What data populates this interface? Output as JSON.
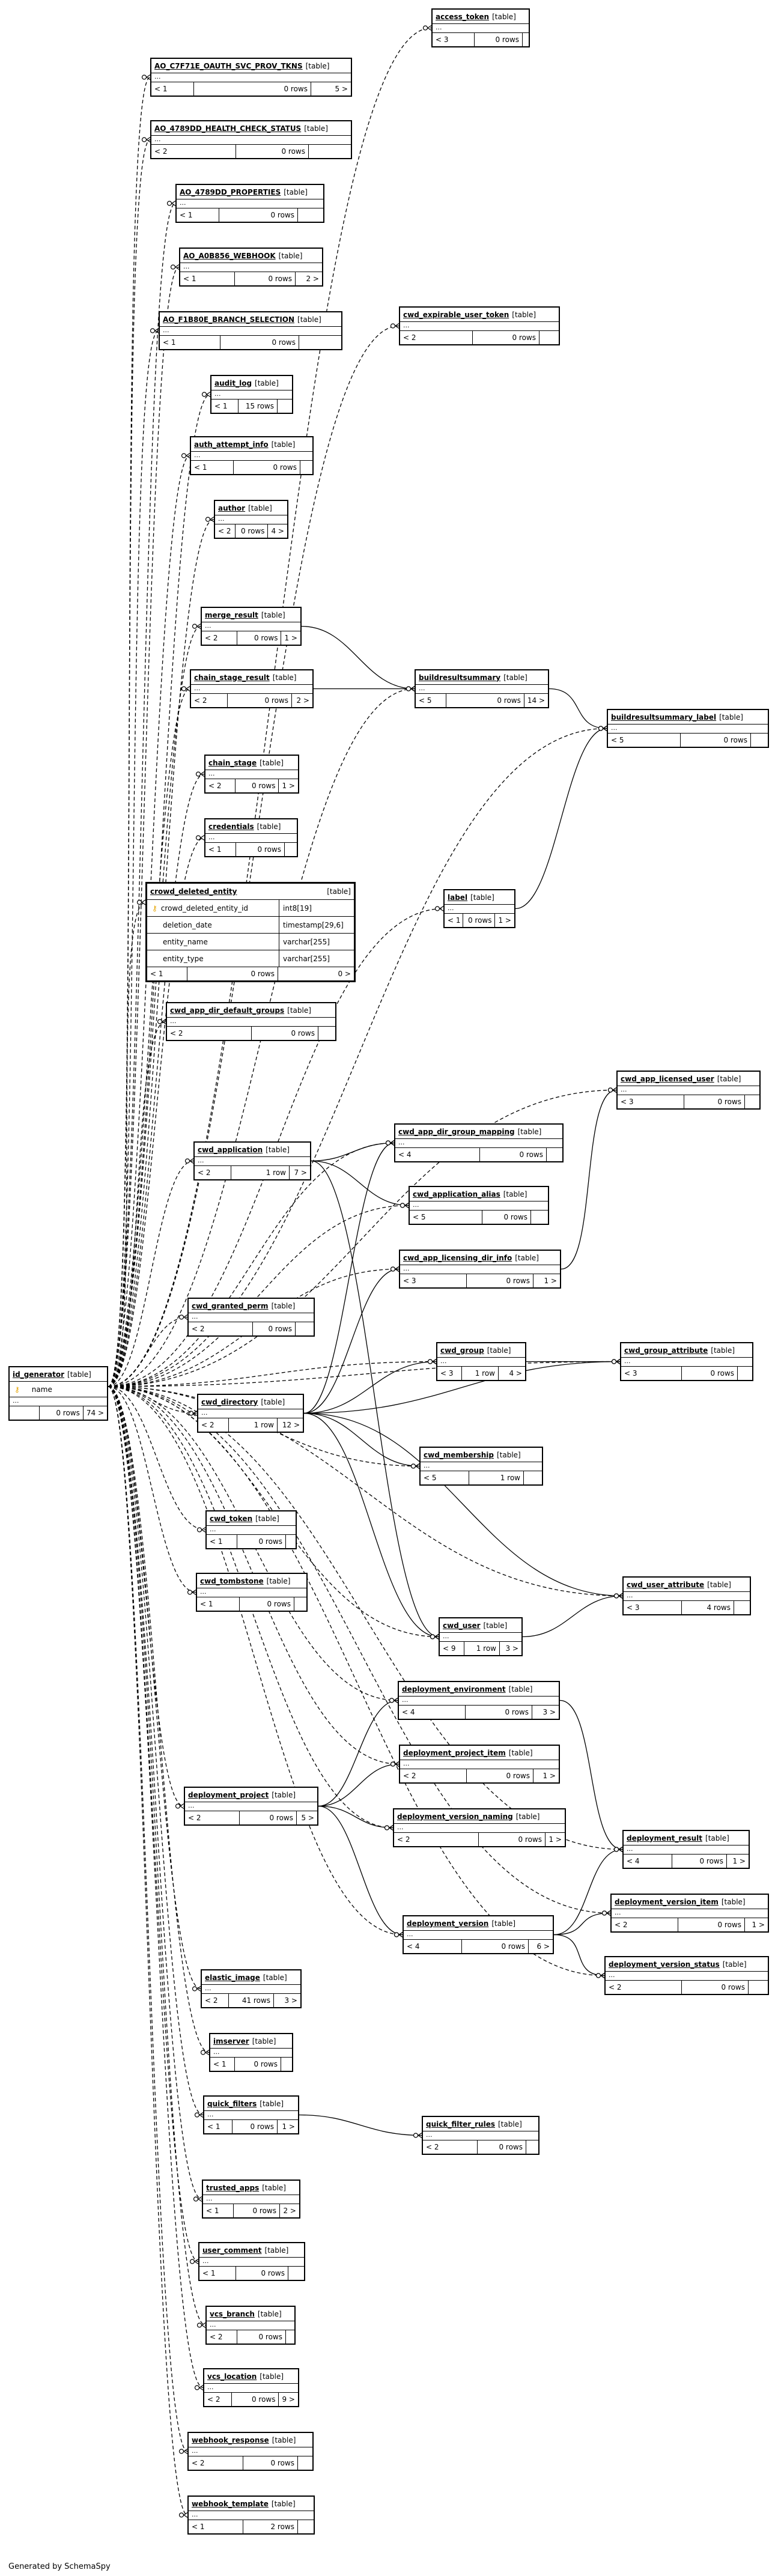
{
  "diagram": {
    "generator_credit": "Generated by SchemaSpy",
    "table_label": "[table]"
  },
  "tables": {
    "access_token": {
      "name": "access_token",
      "ell": "...",
      "f": [
        "< 3",
        "0 rows",
        ""
      ]
    },
    "ao_oauth": {
      "name": "AO_C7F71E_OAUTH_SVC_PROV_TKNS",
      "ell": "...",
      "f": [
        "< 1",
        "0 rows",
        "5 >"
      ]
    },
    "ao_health": {
      "name": "AO_4789DD_HEALTH_CHECK_STATUS",
      "ell": "...",
      "f": [
        "< 2",
        "0 rows",
        ""
      ]
    },
    "ao_props": {
      "name": "AO_4789DD_PROPERTIES",
      "ell": "...",
      "f": [
        "< 1",
        "0 rows",
        ""
      ]
    },
    "ao_webhook": {
      "name": "AO_A0B856_WEBHOOK",
      "ell": "...",
      "f": [
        "< 1",
        "0 rows",
        "2 >"
      ]
    },
    "ao_branch": {
      "name": "AO_F1B80E_BRANCH_SELECTION",
      "ell": "...",
      "f": [
        "< 1",
        "0 rows",
        ""
      ]
    },
    "cwd_exp_token": {
      "name": "cwd_expirable_user_token",
      "ell": "...",
      "f": [
        "< 2",
        "0 rows",
        ""
      ]
    },
    "audit_log": {
      "name": "audit_log",
      "ell": "...",
      "f": [
        "< 1",
        "15 rows",
        ""
      ]
    },
    "auth_attempt": {
      "name": "auth_attempt_info",
      "ell": "...",
      "f": [
        "< 1",
        "0 rows",
        ""
      ]
    },
    "author": {
      "name": "author",
      "ell": "...",
      "f": [
        "< 2",
        "0 rows",
        "4 >"
      ]
    },
    "merge_result": {
      "name": "merge_result",
      "ell": "...",
      "f": [
        "< 2",
        "0 rows",
        "1 >"
      ]
    },
    "buildresultsummary": {
      "name": "buildresultsummary",
      "ell": "...",
      "f": [
        "< 5",
        "0 rows",
        "14 >"
      ]
    },
    "chain_stage_result": {
      "name": "chain_stage_result",
      "ell": "...",
      "f": [
        "< 2",
        "0 rows",
        "2 >"
      ]
    },
    "brs_label": {
      "name": "buildresultsummary_label",
      "ell": "...",
      "f": [
        "< 5",
        "0 rows",
        ""
      ]
    },
    "chain_stage": {
      "name": "chain_stage",
      "ell": "...",
      "f": [
        "< 2",
        "0 rows",
        "1 >"
      ]
    },
    "credentials": {
      "name": "credentials",
      "ell": "...",
      "f": [
        "< 1",
        "0 rows",
        ""
      ]
    },
    "crowd_deleted_entity": {
      "name": "crowd_deleted_entity",
      "columns": [
        {
          "name": "crowd_deleted_entity_id",
          "type": "int8[19]",
          "pk": true
        },
        {
          "name": "deletion_date",
          "type": "timestamp[29,6]",
          "pk": false
        },
        {
          "name": "entity_name",
          "type": "varchar[255]",
          "pk": false
        },
        {
          "name": "entity_type",
          "type": "varchar[255]",
          "pk": false
        }
      ],
      "f": [
        "< 1",
        "0 rows",
        "0 >"
      ]
    },
    "label": {
      "name": "label",
      "ell": "...",
      "f": [
        "< 1",
        "0 rows",
        "1 >"
      ]
    },
    "cwd_app_dir_default_groups": {
      "name": "cwd_app_dir_default_groups",
      "ell": "...",
      "f": [
        "< 2",
        "0 rows",
        ""
      ]
    },
    "cwd_app_licensed_user": {
      "name": "cwd_app_licensed_user",
      "ell": "...",
      "f": [
        "< 3",
        "0 rows",
        ""
      ]
    },
    "cwd_application": {
      "name": "cwd_application",
      "ell": "...",
      "f": [
        "< 2",
        "1 row",
        "7 >"
      ]
    },
    "cwd_app_dir_group_mapping": {
      "name": "cwd_app_dir_group_mapping",
      "ell": "...",
      "f": [
        "< 4",
        "0 rows",
        ""
      ]
    },
    "cwd_application_alias": {
      "name": "cwd_application_alias",
      "ell": "...",
      "f": [
        "< 5",
        "0 rows",
        ""
      ]
    },
    "cwd_app_licensing_dir_info": {
      "name": "cwd_app_licensing_dir_info",
      "ell": "...",
      "f": [
        "< 3",
        "0 rows",
        "1 >"
      ]
    },
    "cwd_granted_perm": {
      "name": "cwd_granted_perm",
      "ell": "...",
      "f": [
        "< 2",
        "0 rows",
        ""
      ]
    },
    "cwd_group": {
      "name": "cwd_group",
      "ell": "...",
      "f": [
        "< 3",
        "1 row",
        "4 >"
      ]
    },
    "cwd_group_attribute": {
      "name": "cwd_group_attribute",
      "ell": "...",
      "f": [
        "< 3",
        "0 rows",
        ""
      ]
    },
    "id_generator": {
      "name": "id_generator",
      "columns": [
        {
          "name": "name",
          "type": "",
          "pk": true
        }
      ],
      "ell": "...",
      "f": [
        "",
        "0 rows",
        "74 >"
      ]
    },
    "cwd_directory": {
      "name": "cwd_directory",
      "ell": "...",
      "f": [
        "< 2",
        "1 row",
        "12 >"
      ]
    },
    "cwd_membership": {
      "name": "cwd_membership",
      "ell": "...",
      "f": [
        "< 5",
        "1 row",
        ""
      ]
    },
    "cwd_token": {
      "name": "cwd_token",
      "ell": "...",
      "f": [
        "< 1",
        "0 rows",
        ""
      ]
    },
    "cwd_tombstone": {
      "name": "cwd_tombstone",
      "ell": "...",
      "f": [
        "< 1",
        "0 rows",
        ""
      ]
    },
    "cwd_user_attribute": {
      "name": "cwd_user_attribute",
      "ell": "...",
      "f": [
        "< 3",
        "4 rows",
        ""
      ]
    },
    "cwd_user": {
      "name": "cwd_user",
      "ell": "...",
      "f": [
        "< 9",
        "1 row",
        "3 >"
      ]
    },
    "deployment_environment": {
      "name": "deployment_environment",
      "ell": "...",
      "f": [
        "< 4",
        "0 rows",
        "3 >"
      ]
    },
    "deployment_project_item": {
      "name": "deployment_project_item",
      "ell": "...",
      "f": [
        "< 2",
        "0 rows",
        "1 >"
      ]
    },
    "deployment_project": {
      "name": "deployment_project",
      "ell": "...",
      "f": [
        "< 2",
        "0 rows",
        "5 >"
      ]
    },
    "deployment_version_naming": {
      "name": "deployment_version_naming",
      "ell": "...",
      "f": [
        "< 2",
        "0 rows",
        "1 >"
      ]
    },
    "deployment_result": {
      "name": "deployment_result",
      "ell": "...",
      "f": [
        "< 4",
        "0 rows",
        "1 >"
      ]
    },
    "deployment_version": {
      "name": "deployment_version",
      "ell": "...",
      "f": [
        "< 4",
        "0 rows",
        "6 >"
      ]
    },
    "deployment_version_item": {
      "name": "deployment_version_item",
      "ell": "...",
      "f": [
        "< 2",
        "0 rows",
        "1 >"
      ]
    },
    "deployment_version_status": {
      "name": "deployment_version_status",
      "ell": "...",
      "f": [
        "< 2",
        "0 rows",
        ""
      ]
    },
    "elastic_image": {
      "name": "elastic_image",
      "ell": "...",
      "f": [
        "< 2",
        "41 rows",
        "3 >"
      ]
    },
    "imserver": {
      "name": "imserver",
      "ell": "...",
      "f": [
        "< 1",
        "0 rows",
        ""
      ]
    },
    "quick_filters": {
      "name": "quick_filters",
      "ell": "...",
      "f": [
        "< 1",
        "0 rows",
        "1 >"
      ]
    },
    "quick_filter_rules": {
      "name": "quick_filter_rules",
      "ell": "...",
      "f": [
        "< 2",
        "0 rows",
        ""
      ]
    },
    "trusted_apps": {
      "name": "trusted_apps",
      "ell": "...",
      "f": [
        "< 1",
        "0 rows",
        "2 >"
      ]
    },
    "user_comment": {
      "name": "user_comment",
      "ell": "...",
      "f": [
        "< 1",
        "0 rows",
        ""
      ]
    },
    "vcs_branch": {
      "name": "vcs_branch",
      "ell": "...",
      "f": [
        "< 2",
        "0 rows",
        ""
      ]
    },
    "vcs_location": {
      "name": "vcs_location",
      "ell": "...",
      "f": [
        "< 2",
        "0 rows",
        "9 >"
      ]
    },
    "webhook_response": {
      "name": "webhook_response",
      "ell": "...",
      "f": [
        "< 2",
        "0 rows",
        ""
      ]
    },
    "webhook_template": {
      "name": "webhook_template",
      "ell": "...",
      "f": [
        "< 1",
        "2 rows",
        ""
      ]
    }
  },
  "relationships": [
    {
      "from": "id_generator",
      "to": "access_token",
      "style": "implied"
    },
    {
      "from": "id_generator",
      "to": "ao_oauth",
      "style": "implied"
    },
    {
      "from": "id_generator",
      "to": "ao_health",
      "style": "implied"
    },
    {
      "from": "id_generator",
      "to": "ao_props",
      "style": "implied"
    },
    {
      "from": "id_generator",
      "to": "ao_webhook",
      "style": "implied"
    },
    {
      "from": "id_generator",
      "to": "ao_branch",
      "style": "implied"
    },
    {
      "from": "id_generator",
      "to": "cwd_exp_token",
      "style": "implied"
    },
    {
      "from": "id_generator",
      "to": "audit_log",
      "style": "implied"
    },
    {
      "from": "id_generator",
      "to": "auth_attempt",
      "style": "implied"
    },
    {
      "from": "id_generator",
      "to": "author",
      "style": "implied"
    },
    {
      "from": "id_generator",
      "to": "merge_result",
      "style": "implied"
    },
    {
      "from": "id_generator",
      "to": "buildresultsummary",
      "style": "implied"
    },
    {
      "from": "id_generator",
      "to": "chain_stage_result",
      "style": "implied"
    },
    {
      "from": "id_generator",
      "to": "brs_label",
      "style": "implied"
    },
    {
      "from": "id_generator",
      "to": "chain_stage",
      "style": "implied"
    },
    {
      "from": "id_generator",
      "to": "credentials",
      "style": "implied"
    },
    {
      "from": "id_generator",
      "to": "crowd_deleted_entity",
      "style": "implied"
    },
    {
      "from": "id_generator",
      "to": "label",
      "style": "implied"
    },
    {
      "from": "id_generator",
      "to": "cwd_app_dir_default_groups",
      "style": "implied"
    },
    {
      "from": "id_generator",
      "to": "cwd_app_licensed_user",
      "style": "implied"
    },
    {
      "from": "id_generator",
      "to": "cwd_application",
      "style": "implied"
    },
    {
      "from": "id_generator",
      "to": "cwd_app_dir_group_mapping",
      "style": "implied"
    },
    {
      "from": "id_generator",
      "to": "cwd_application_alias",
      "style": "implied"
    },
    {
      "from": "id_generator",
      "to": "cwd_app_licensing_dir_info",
      "style": "implied"
    },
    {
      "from": "id_generator",
      "to": "cwd_granted_perm",
      "style": "implied"
    },
    {
      "from": "id_generator",
      "to": "cwd_group",
      "style": "implied"
    },
    {
      "from": "id_generator",
      "to": "cwd_group_attribute",
      "style": "implied"
    },
    {
      "from": "id_generator",
      "to": "cwd_directory",
      "style": "implied"
    },
    {
      "from": "id_generator",
      "to": "cwd_membership",
      "style": "implied"
    },
    {
      "from": "id_generator",
      "to": "cwd_token",
      "style": "implied"
    },
    {
      "from": "id_generator",
      "to": "cwd_tombstone",
      "style": "implied"
    },
    {
      "from": "id_generator",
      "to": "cwd_user_attribute",
      "style": "implied"
    },
    {
      "from": "id_generator",
      "to": "cwd_user",
      "style": "implied"
    },
    {
      "from": "id_generator",
      "to": "deployment_environment",
      "style": "implied"
    },
    {
      "from": "id_generator",
      "to": "deployment_project_item",
      "style": "implied"
    },
    {
      "from": "id_generator",
      "to": "deployment_project",
      "style": "implied"
    },
    {
      "from": "id_generator",
      "to": "deployment_version_naming",
      "style": "implied"
    },
    {
      "from": "id_generator",
      "to": "deployment_result",
      "style": "implied"
    },
    {
      "from": "id_generator",
      "to": "deployment_version",
      "style": "implied"
    },
    {
      "from": "id_generator",
      "to": "deployment_version_item",
      "style": "implied"
    },
    {
      "from": "id_generator",
      "to": "deployment_version_status",
      "style": "implied"
    },
    {
      "from": "id_generator",
      "to": "elastic_image",
      "style": "implied"
    },
    {
      "from": "id_generator",
      "to": "imserver",
      "style": "implied"
    },
    {
      "from": "id_generator",
      "to": "quick_filters",
      "style": "implied"
    },
    {
      "from": "id_generator",
      "to": "trusted_apps",
      "style": "implied"
    },
    {
      "from": "id_generator",
      "to": "user_comment",
      "style": "implied"
    },
    {
      "from": "id_generator",
      "to": "vcs_branch",
      "style": "implied"
    },
    {
      "from": "id_generator",
      "to": "vcs_location",
      "style": "implied"
    },
    {
      "from": "id_generator",
      "to": "webhook_response",
      "style": "implied"
    },
    {
      "from": "id_generator",
      "to": "webhook_template",
      "style": "implied"
    },
    {
      "from": "merge_result",
      "to": "buildresultsummary",
      "style": "fk"
    },
    {
      "from": "chain_stage_result",
      "to": "buildresultsummary",
      "style": "fk"
    },
    {
      "from": "buildresultsummary",
      "to": "brs_label",
      "style": "fk"
    },
    {
      "from": "label",
      "to": "brs_label",
      "style": "fk"
    },
    {
      "from": "cwd_application",
      "to": "cwd_app_dir_group_mapping",
      "style": "fk"
    },
    {
      "from": "cwd_application",
      "to": "cwd_application_alias",
      "style": "fk"
    },
    {
      "from": "cwd_application",
      "to": "cwd_user",
      "style": "fk"
    },
    {
      "from": "cwd_app_licensing_dir_info",
      "to": "cwd_app_licensed_user",
      "style": "fk"
    },
    {
      "from": "cwd_directory",
      "to": "cwd_app_dir_group_mapping",
      "style": "fk"
    },
    {
      "from": "cwd_directory",
      "to": "cwd_app_licensing_dir_info",
      "style": "fk"
    },
    {
      "from": "cwd_directory",
      "to": "cwd_group",
      "style": "fk"
    },
    {
      "from": "cwd_directory",
      "to": "cwd_group_attribute",
      "style": "fk"
    },
    {
      "from": "cwd_directory",
      "to": "cwd_membership",
      "style": "fk"
    },
    {
      "from": "cwd_directory",
      "to": "cwd_user",
      "style": "fk"
    },
    {
      "from": "cwd_directory",
      "to": "cwd_user_attribute",
      "style": "fk"
    },
    {
      "from": "cwd_group",
      "to": "cwd_group_attribute",
      "style": "fk"
    },
    {
      "from": "cwd_user",
      "to": "cwd_user_attribute",
      "style": "fk"
    },
    {
      "from": "deployment_project",
      "to": "deployment_environment",
      "style": "fk"
    },
    {
      "from": "deployment_project",
      "to": "deployment_project_item",
      "style": "fk"
    },
    {
      "from": "deployment_project",
      "to": "deployment_version",
      "style": "fk"
    },
    {
      "from": "deployment_project",
      "to": "deployment_version_naming",
      "style": "fk"
    },
    {
      "from": "deployment_environment",
      "to": "deployment_result",
      "style": "fk"
    },
    {
      "from": "deployment_version",
      "to": "deployment_result",
      "style": "fk"
    },
    {
      "from": "deployment_version",
      "to": "deployment_version_item",
      "style": "fk"
    },
    {
      "from": "deployment_version",
      "to": "deployment_version_status",
      "style": "fk"
    },
    {
      "from": "quick_filters",
      "to": "quick_filter_rules",
      "style": "fk"
    }
  ]
}
